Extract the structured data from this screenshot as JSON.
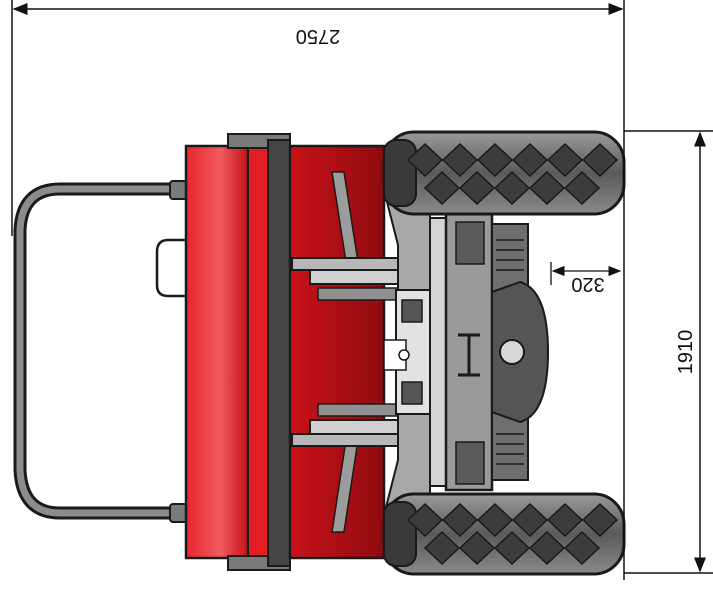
{
  "dimensions": {
    "overall_length": "2750",
    "overall_width": "1910",
    "overhang": "320"
  },
  "colors": {
    "body_red": "#d8141b",
    "body_red_dark": "#8e0b10",
    "frame_grey": "#8a8a8a",
    "tire_dark": "#444444",
    "outline": "#1a1a1a"
  }
}
